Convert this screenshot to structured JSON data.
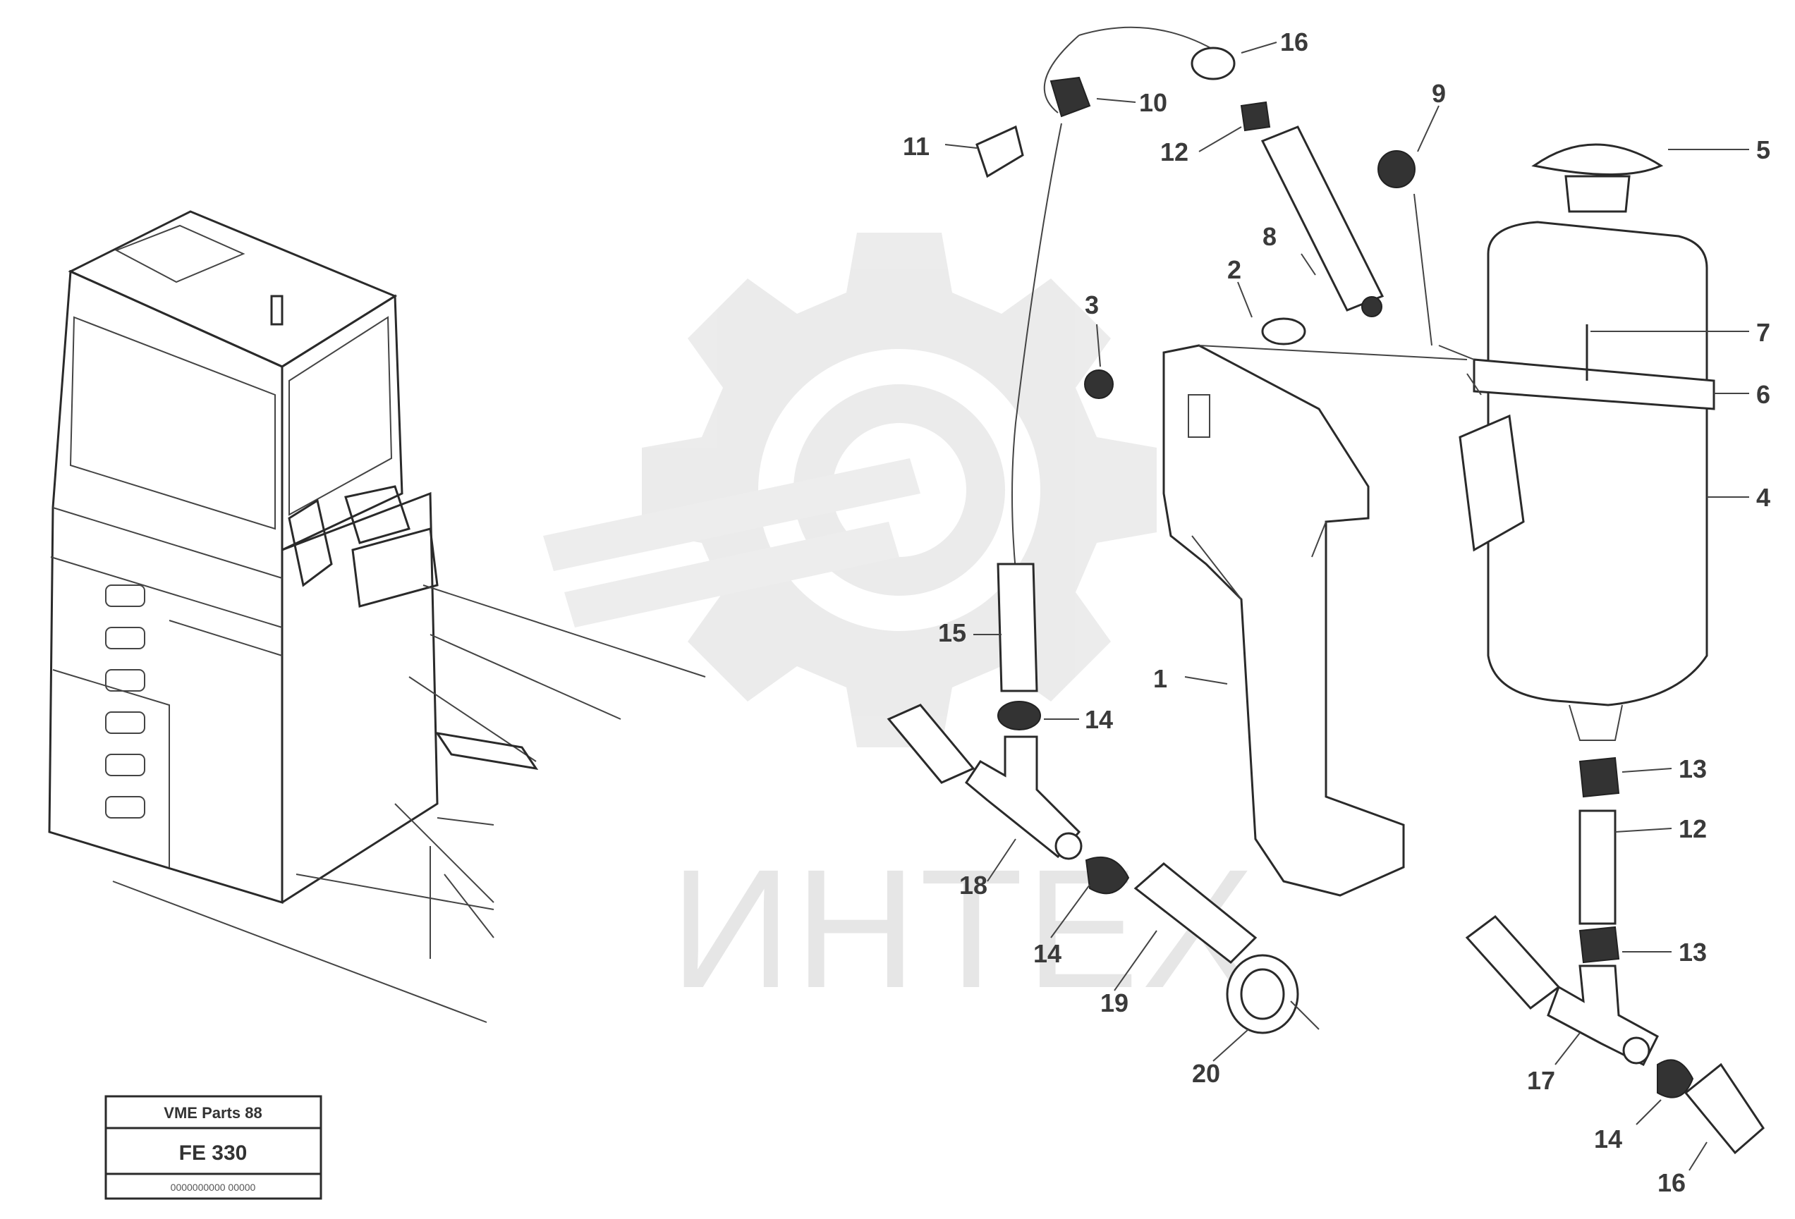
{
  "watermark": {
    "text": "ИНТЕХ"
  },
  "callouts": [
    {
      "id": "c1",
      "text": "1"
    },
    {
      "id": "c2",
      "text": "2"
    },
    {
      "id": "c3",
      "text": "3"
    },
    {
      "id": "c4",
      "text": "4"
    },
    {
      "id": "c5",
      "text": "5"
    },
    {
      "id": "c6",
      "text": "6"
    },
    {
      "id": "c7",
      "text": "7"
    },
    {
      "id": "c8",
      "text": "8"
    },
    {
      "id": "c9",
      "text": "9"
    },
    {
      "id": "c10",
      "text": "10"
    },
    {
      "id": "c11",
      "text": "11"
    },
    {
      "id": "c12a",
      "text": "12"
    },
    {
      "id": "c12b",
      "text": "12"
    },
    {
      "id": "c13a",
      "text": "13"
    },
    {
      "id": "c13b",
      "text": "13"
    },
    {
      "id": "c14a",
      "text": "14"
    },
    {
      "id": "c14b",
      "text": "14"
    },
    {
      "id": "c14c",
      "text": "14"
    },
    {
      "id": "c15",
      "text": "15"
    },
    {
      "id": "c16a",
      "text": "16"
    },
    {
      "id": "c16b",
      "text": "16"
    },
    {
      "id": "c17",
      "text": "17"
    },
    {
      "id": "c18",
      "text": "18"
    },
    {
      "id": "c19",
      "text": "19"
    },
    {
      "id": "c20",
      "text": "20"
    }
  ],
  "reference_box": {
    "top_text": "VME Parts 88",
    "code": "FE 330",
    "bottom_text": "0000000000 00000"
  }
}
